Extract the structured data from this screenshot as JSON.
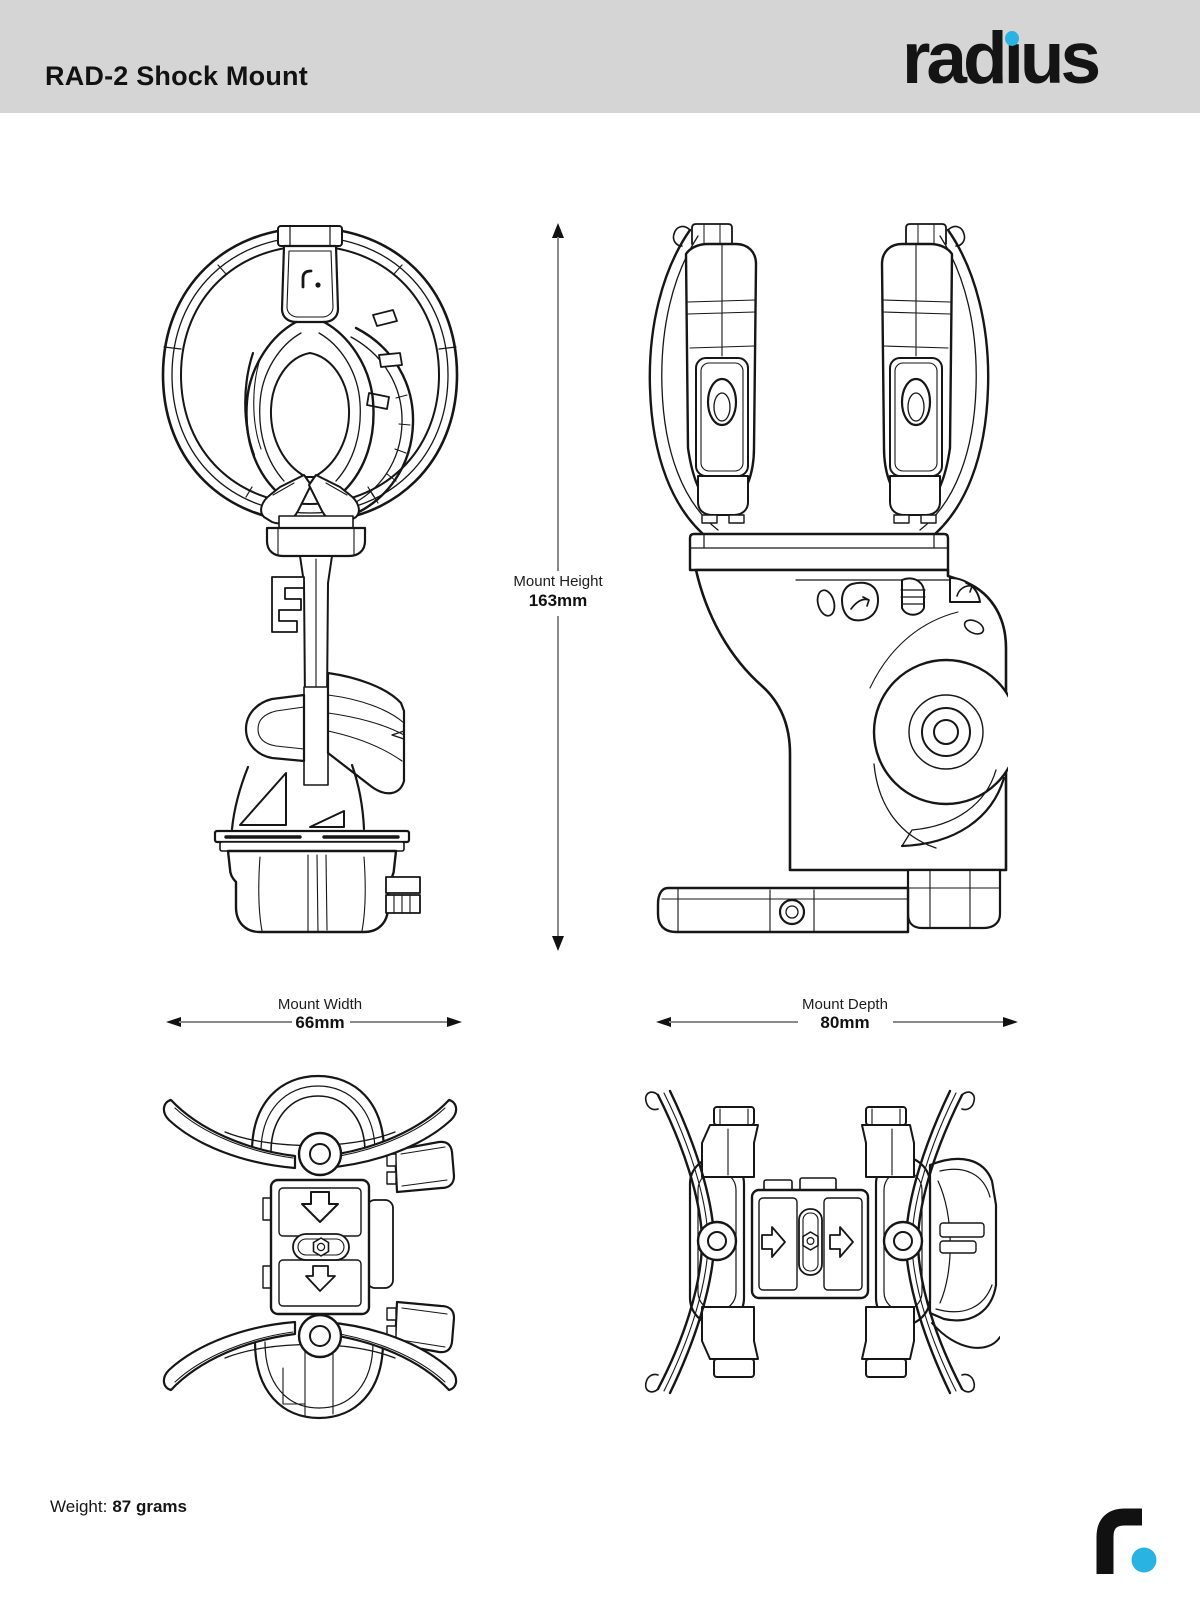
{
  "header": {
    "title": "RAD-2 Shock Mount",
    "brand": {
      "pre": "rad",
      "i": "ı",
      "post": "us"
    }
  },
  "dimensions": {
    "height": {
      "label": "Mount Height",
      "value": "163mm"
    },
    "width": {
      "label": "Mount Width",
      "value": "66mm"
    },
    "depth": {
      "label": "Mount Depth",
      "value": "80mm"
    }
  },
  "weight": {
    "label": "Weight:",
    "value": "87 grams"
  },
  "colors": {
    "accent": "#29b3e3",
    "header_bg": "#d5d5d5",
    "ink": "#161616",
    "dim_line": "#8a8a8a"
  }
}
